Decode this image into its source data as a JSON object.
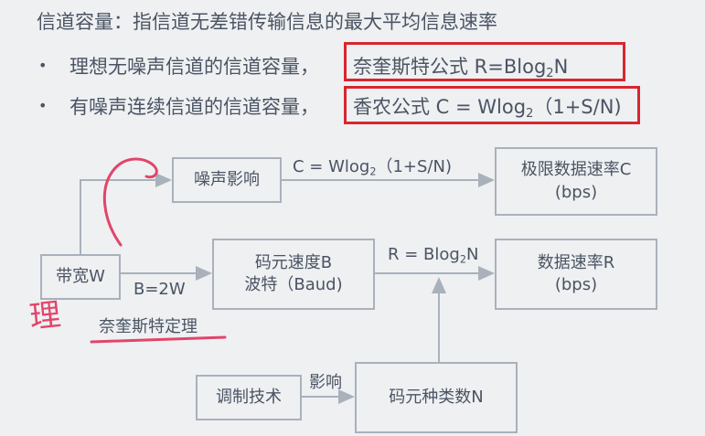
{
  "title": "信道容量：指信道无差错传输信息的最大平均信息速率",
  "bullets": [
    {
      "text": "理想无噪声信道的信道容量，",
      "formula_prefix": "奈奎斯特公式 R=Blog",
      "formula_sub": "2",
      "formula_suffix": "N"
    },
    {
      "text": "有噪声连续信道的信道容量，",
      "formula_prefix": "香农公式 C = Wlog",
      "formula_sub": "2",
      "formula_suffix": "（1+S/N)"
    }
  ],
  "diagram": {
    "nodes": {
      "bandwidth": "带宽W",
      "noise": "噪声影响",
      "symbol_rate_line1": "码元速度B",
      "symbol_rate_line2": "波特（Baud)",
      "limit_rate_line1": "极限数据速率C",
      "limit_rate_line2": "(bps)",
      "data_rate_line1": "数据速率R",
      "data_rate_line2": "(bps)",
      "modulation": "调制技术",
      "symbol_kinds": "码元种类数N"
    },
    "labels": {
      "shannon_prefix": "C = Wlog",
      "shannon_sub": "2",
      "shannon_suffix": "（1+S/N)",
      "nyquist_prefix": "R = Blog",
      "nyquist_sub": "2",
      "nyquist_suffix": "N",
      "b_eq_2w": "B=2W",
      "influence": "影响",
      "theorem": "奈奎斯特定理"
    }
  },
  "annotations": {
    "handwritten_char": "理"
  },
  "colors": {
    "highlight_red": "#d8262f",
    "handwriting_pink": "#e2456a",
    "box_border": "#a9b1bb",
    "text": "#4b5463"
  }
}
